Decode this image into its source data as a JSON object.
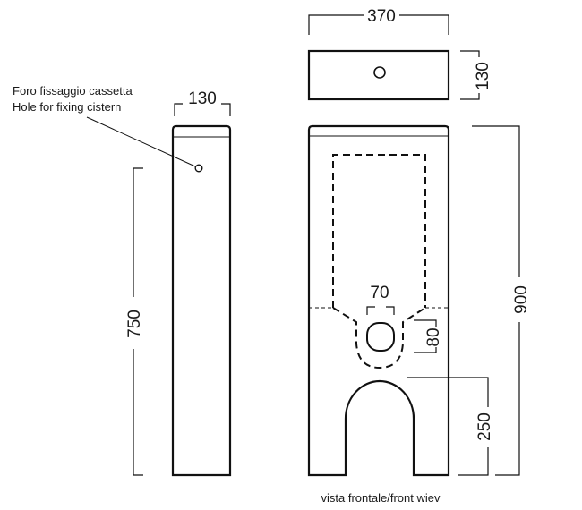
{
  "annotation": {
    "label_it": "Foro fissaggio cassetta",
    "label_en": "Hole for fixing cistern"
  },
  "dimensions": {
    "side_depth": "130",
    "side_height": "750",
    "top_width": "370",
    "top_depth": "130",
    "front_height": "900",
    "outlet_width": "70",
    "outlet_height": "80",
    "arch_height": "250"
  },
  "caption": "vista frontale/front wiev",
  "colors": {
    "line": "#111111",
    "background": "#ffffff"
  }
}
